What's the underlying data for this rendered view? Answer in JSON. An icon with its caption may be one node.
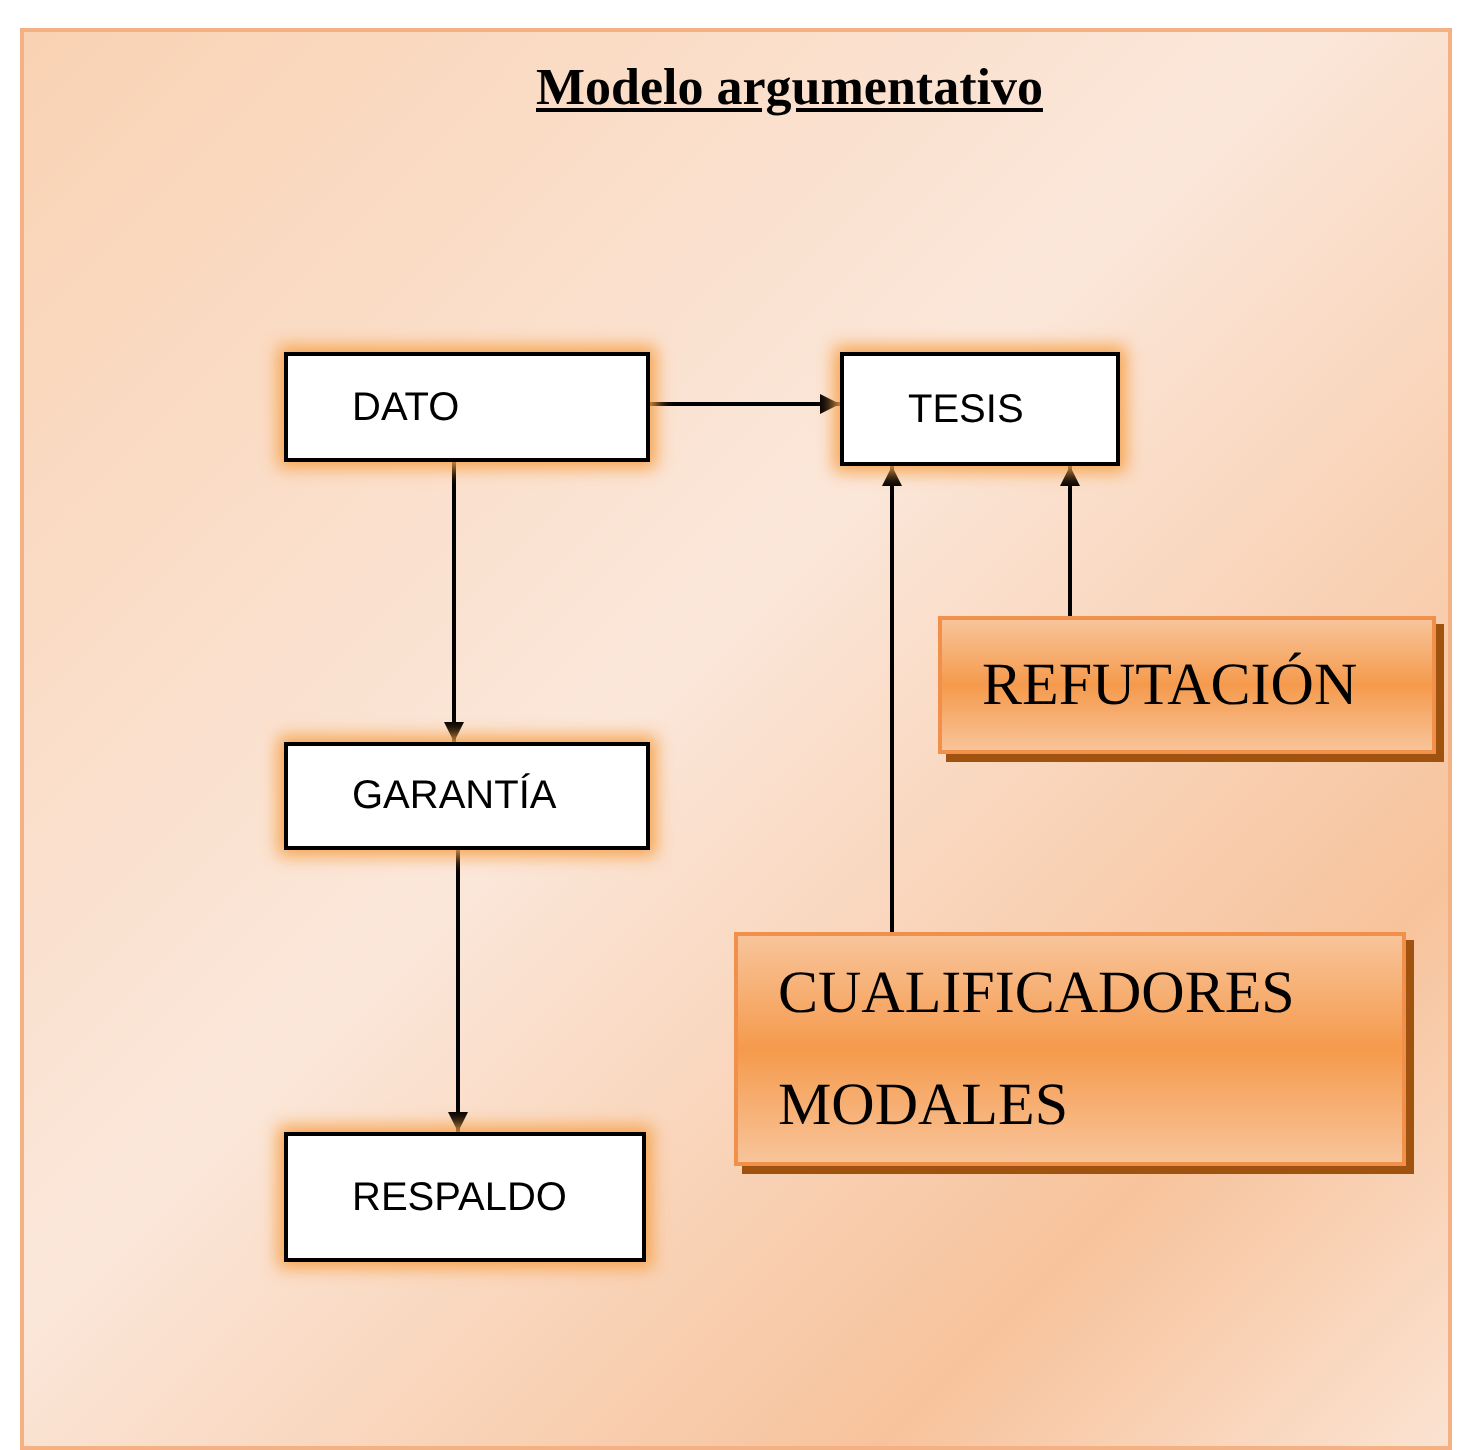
{
  "diagram": {
    "title": "Modelo argumentativo",
    "nodes": [
      {
        "text": [
          "DATO"
        ]
      },
      {
        "text": [
          "TESIS"
        ]
      },
      {
        "text": [
          "GARANTÍA"
        ]
      },
      {
        "text": [
          "RESPALDO"
        ]
      },
      {
        "text": [
          "REFUTACIÓN"
        ]
      },
      {
        "text": [
          "CUALIFICADORES MODALES"
        ]
      }
    ],
    "edges": [
      {
        "from": 0,
        "to": 1,
        "arrow": "to"
      },
      {
        "from": 0,
        "to": 2,
        "arrow": "to"
      },
      {
        "from": 2,
        "to": 3,
        "arrow": "to"
      },
      {
        "from": 5,
        "to": 1,
        "arrow": "to"
      },
      {
        "from": 4,
        "to": 1,
        "arrow": "to"
      }
    ]
  }
}
